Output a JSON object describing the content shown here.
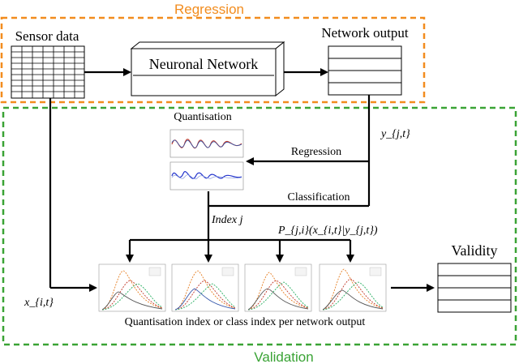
{
  "regression_group": {
    "title": "Regression",
    "color": "#f28c1e"
  },
  "validation_group": {
    "title": "Validation",
    "color": "#3aa335"
  },
  "sensor_data": {
    "label": "Sensor data"
  },
  "network": {
    "label": "Neuronal Network"
  },
  "network_output": {
    "label": "Network output"
  },
  "quantisation": {
    "label": "Quantisation"
  },
  "edges": {
    "regression": "Regression",
    "classification": "Classification",
    "index": "Index j",
    "probability": "P_{j,i}(x_{i,t}|y_{j,t})",
    "x_var": "x_{i,t}",
    "y_var": "y_{j,t}"
  },
  "validity": {
    "label": "Validity"
  },
  "caption": "Quantisation index or class index per network output",
  "density_panels": 4
}
